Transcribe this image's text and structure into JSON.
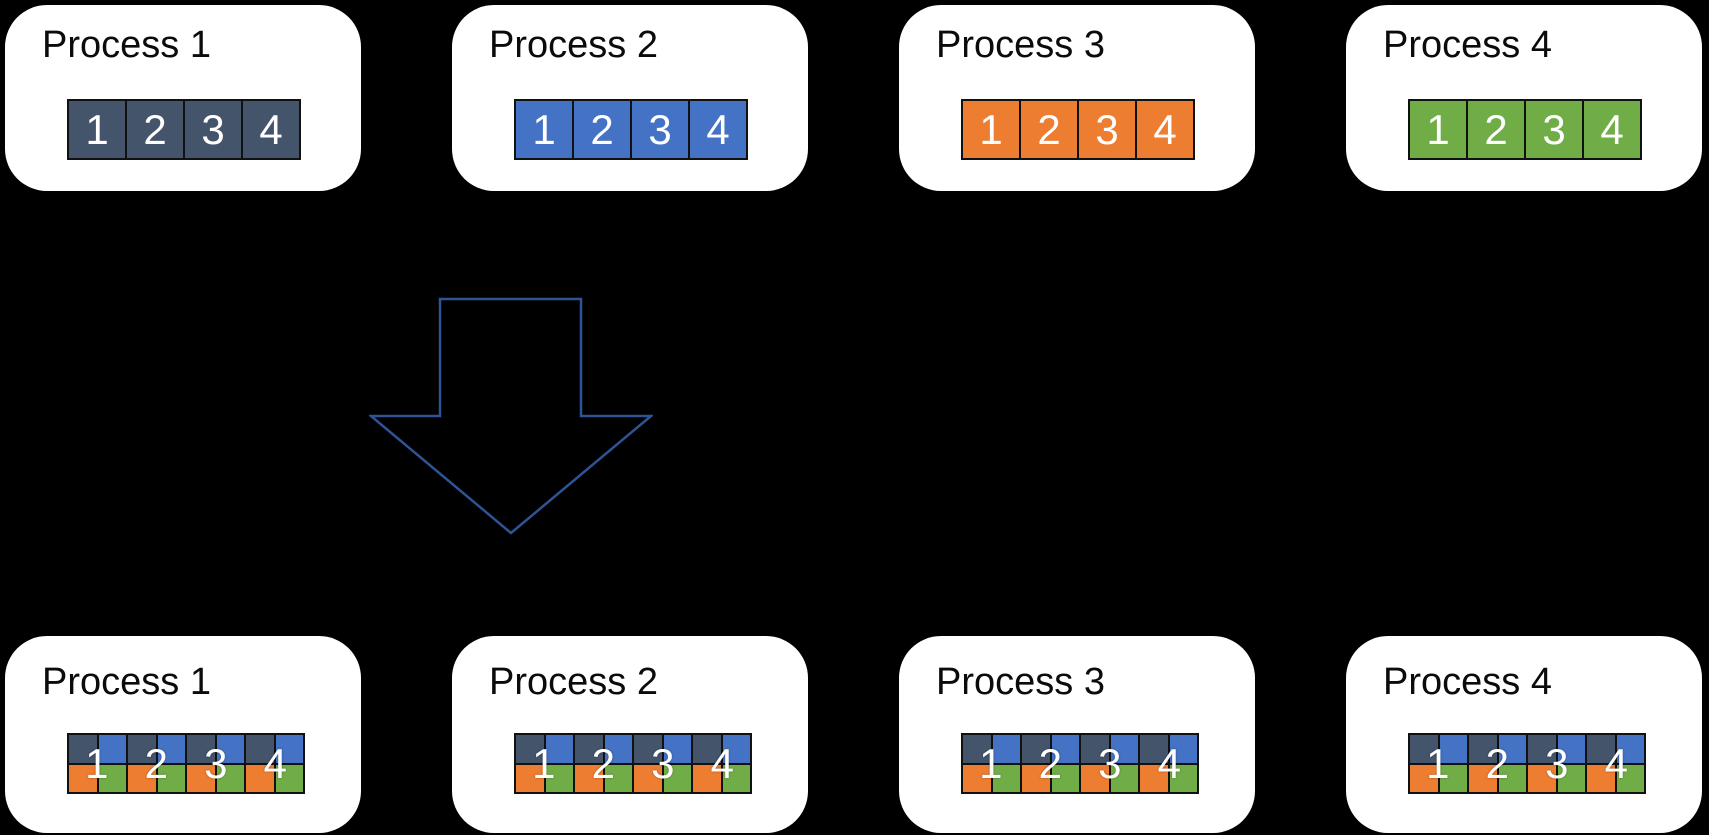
{
  "colors": {
    "page-bg": "#000000",
    "card-bg": "#ffffff",
    "title": "#0b0b0b",
    "cell-border": "#111111",
    "cell-text": "#ffffff",
    "p1": "#44546a",
    "p2": "#4472c4",
    "p3": "#ed7d31",
    "p4": "#70ad47",
    "arrow": "#2f5496"
  },
  "top_row": {
    "processes": [
      {
        "label": "Process 1",
        "color": "#44546a",
        "cells": [
          "1",
          "2",
          "3",
          "4"
        ]
      },
      {
        "label": "Process 2",
        "color": "#4472c4",
        "cells": [
          "1",
          "2",
          "3",
          "4"
        ]
      },
      {
        "label": "Process 3",
        "color": "#ed7d31",
        "cells": [
          "1",
          "2",
          "3",
          "4"
        ]
      },
      {
        "label": "Process 4",
        "color": "#70ad47",
        "cells": [
          "1",
          "2",
          "3",
          "4"
        ]
      }
    ]
  },
  "arrow": {
    "name": "down-arrow",
    "meaning": "data exchange / interleave step"
  },
  "bottom_row": {
    "block_quadrants": [
      "p1-slate",
      "p2-blue",
      "p3-orange",
      "p4-green"
    ],
    "processes": [
      {
        "label": "Process 1",
        "blocks": [
          "1",
          "2",
          "3",
          "4"
        ]
      },
      {
        "label": "Process 2",
        "blocks": [
          "1",
          "2",
          "3",
          "4"
        ]
      },
      {
        "label": "Process 3",
        "blocks": [
          "1",
          "2",
          "3",
          "4"
        ]
      },
      {
        "label": "Process 4",
        "blocks": [
          "1",
          "2",
          "3",
          "4"
        ]
      }
    ]
  }
}
